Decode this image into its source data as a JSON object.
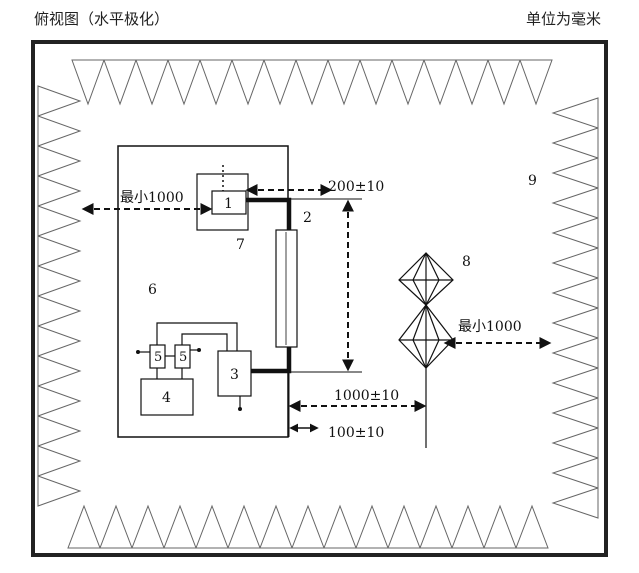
{
  "header": {
    "title": "俯视图（水平极化）",
    "unit": "单位为毫米"
  },
  "labels": {
    "l1": "1",
    "l2": "2",
    "l3": "3",
    "l4": "4",
    "l5a": "5",
    "l5b": "5",
    "l6": "6",
    "l7": "7",
    "l8": "8",
    "l9": "9"
  },
  "dimensions": {
    "min_left": "最小1000",
    "min_right": "最小1000",
    "d200": "200±10",
    "d1000": "1000±10",
    "d100": "100±10"
  }
}
